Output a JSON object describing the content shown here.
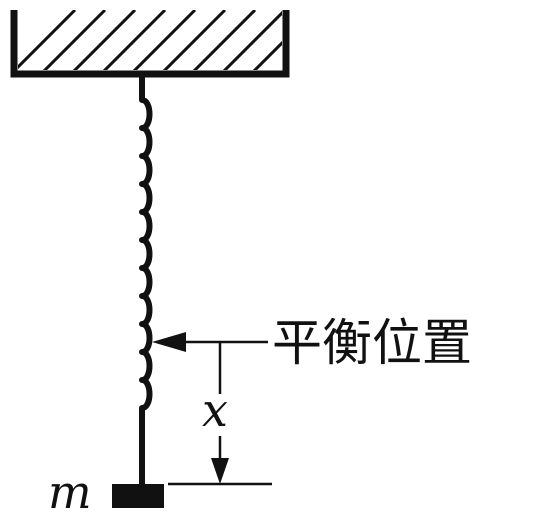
{
  "labels": {
    "equilibrium": "平衡位置",
    "displacement": "x",
    "mass": "m"
  },
  "colors": {
    "ink": "#111111",
    "background": "#ffffff"
  }
}
